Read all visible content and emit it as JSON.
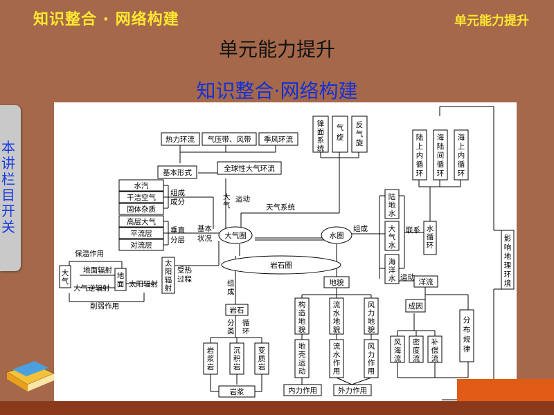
{
  "header": {
    "left": "知识整合 · 网络构建",
    "right": "单元能力提升"
  },
  "title": "单元能力提升",
  "subtitle": "知识整合·网络构建",
  "side_tab": "本讲栏目开关",
  "nodes": {
    "reliu": "热力环流",
    "qiyadai": "气压带、风带",
    "jifeng": "季风环流",
    "jiben": "基本形式",
    "quanqiu": "全球性大气环流",
    "fengmian": "锋面系统",
    "qixuan": "气旋",
    "fanqixuan": "反气旋",
    "shuiqi": "水汽",
    "ganjie": "干洁空气",
    "guti": "固体杂质",
    "gaoceng": "高层大气",
    "pingliu": "平流层",
    "duiliu": "对流层",
    "zucheng": "组成成分",
    "chuizhi": "垂直分层",
    "jiben_zk": "基本状况",
    "daqi_yd": "大气运动",
    "tianqi": "天气系统",
    "daqiquan": "大气圈",
    "shuiquan": "水圈",
    "yanshiquan": "岩石圈",
    "zucheng2": "组成",
    "zucheng3": "组成",
    "baowen": "保温作用",
    "dimianfu": "地面辐射",
    "daqinifu": "大气逆辐射",
    "taiyangfu": "太阳辐射",
    "xueruo": "削弱作用",
    "daqi": "大气",
    "dimian": "地面",
    "taiyangfushe": "太阳辐射",
    "shoure": "受热过程",
    "ludishui": "陆地水",
    "daqishui": "大气水",
    "haiyangshui": "海洋水",
    "lianxi": "联系",
    "shuixunhuan": "水循环",
    "lushang": "陆上内循环",
    "hailu": "海陆间循环",
    "haishang": "海上内循环",
    "yingxiang": "影响地理环境",
    "yundong": "运动",
    "yangliu": "洋流",
    "chengyin": "成因",
    "fenbu": "分布规律",
    "fenghailiu": "风海流",
    "midu": "密度流",
    "buchang": "补偿流",
    "dimao": "地貌",
    "gouzao": "构造地貌",
    "liushui": "流水地貌",
    "fengli": "风力地貌",
    "diqiao": "地壳运动",
    "liushuizy": "流水作用",
    "fenglizy": "风力作用",
    "neili": "内力作用",
    "waili": "外力作用",
    "yanshi": "岩石",
    "fenlei": "分类",
    "xunhuan": "循环",
    "yanjiang": "岩浆岩",
    "chenji": "沉积岩",
    "bianzhi": "变质岩",
    "yanjiang2": "岩浆"
  }
}
